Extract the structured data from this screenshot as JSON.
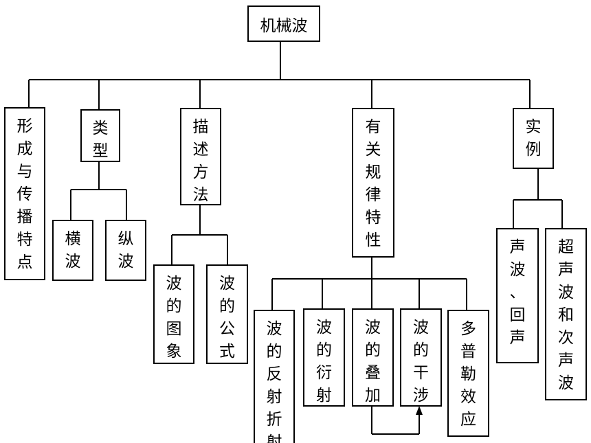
{
  "root": "机械波",
  "categories": {
    "formation": "形\n成\n与\n传\n播\n特\n点",
    "types": "类\n型",
    "types_transverse": "横\n波",
    "types_longitudinal": "纵\n波",
    "description": "描\n述\n方\n法",
    "description_graph": "波\n的\n图\n象",
    "description_formula": "波\n的\n公\n式",
    "laws": "有\n关\n规\n律\n特\n性",
    "laws_reflection": "波\n的\n反\n射\n折\n射",
    "laws_diffraction": "波\n的\n衍\n射",
    "laws_superposition": "波\n的\n叠\n加",
    "laws_interference": "波\n的\n干\n涉",
    "laws_doppler": "多\n普\n勒\n效\n应",
    "examples": "实\n例",
    "examples_sound": "声\n波\n、\n回\n声",
    "examples_ultrasound": "超\n声\n波\n和\n次\n声\n波"
  }
}
